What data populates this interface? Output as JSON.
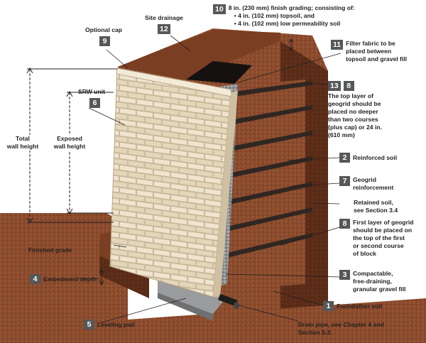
{
  "callouts": {
    "c10": {
      "num": "10",
      "text": "8 in. (230 mm) finish grading; consisting of:"
    },
    "c10_b1": {
      "text": "• 4 in. (102 mm) topsoil, and"
    },
    "c10_b2": {
      "text": "• 4 in. (102 mm) low permeability soil"
    },
    "c12": {
      "num": "12",
      "text": "Site drainage"
    },
    "c9": {
      "num": "9",
      "text": "Optional cap"
    },
    "c6": {
      "num": "6",
      "text": "SRW unit"
    },
    "c11": {
      "num": "11",
      "text": "Filter fabric to be\nplaced between\ntopsoil and gravel fill"
    },
    "c13": {
      "num": "13",
      "num2": "8",
      "text": "The top layer of\ngeogrid should be\nplaced no deeper\nthan two courses\n(plus cap) or 24 in.\n(610 mm)"
    },
    "c2": {
      "num": "2",
      "text": "Reinforced soil"
    },
    "c7": {
      "num": "7",
      "text": "Geogrid\nreinforcement"
    },
    "cRetained": {
      "text": "Retained soil,\nsee Section 3.4"
    },
    "c8": {
      "num": "8",
      "text": "First layer of geogrid\nshould be placed on\nthe top of the first\nor second course\nof block"
    },
    "c3": {
      "num": "3",
      "text": "Compactable,\nfree-draining,\ngranular gravel fill"
    },
    "c1": {
      "num": "1",
      "text": "Foundation soil"
    },
    "c4": {
      "num": "4",
      "text": "Embedment depth"
    },
    "c5": {
      "num": "5",
      "text": "Leveling pad"
    },
    "cDrain": {
      "text": "Drain pipe, see Chapter 4 and\nSection 5.3"
    },
    "cFinished": {
      "text": "Finished grade"
    },
    "cTotal": {
      "text": "Total\nwall height"
    },
    "cExposed": {
      "text": "Exposed\nwall height"
    }
  },
  "colors": {
    "badge": "#555759",
    "soil": "#8a4a2c",
    "soil_dark": "#5a2c18",
    "block": "#e8dcc4",
    "gravel": "#8e9194",
    "geogrid": "#2a2422",
    "pad": "#9a9b9d"
  }
}
